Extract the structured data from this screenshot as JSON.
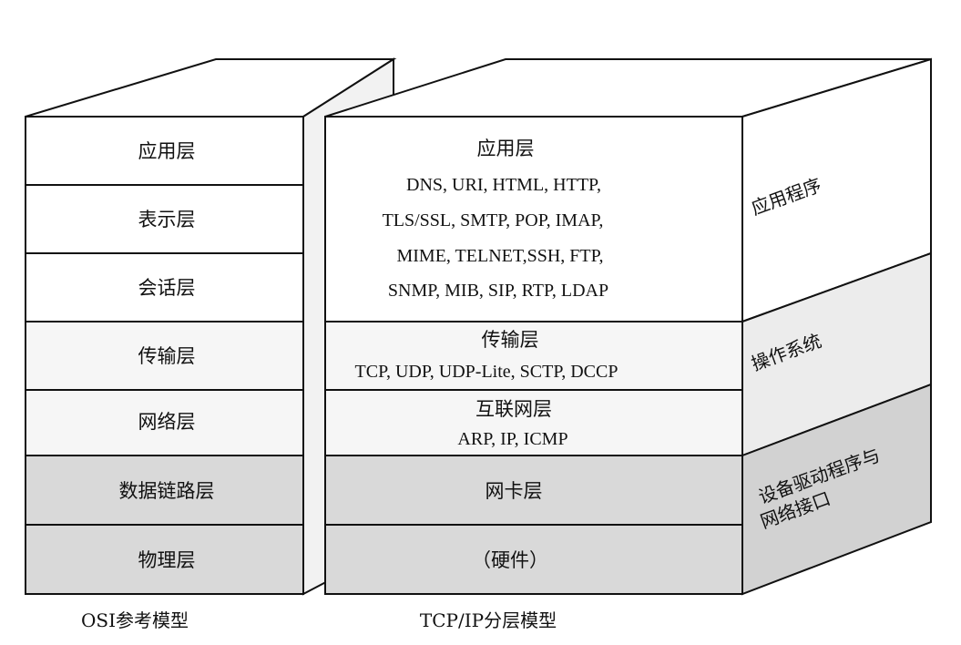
{
  "osi_model": {
    "caption": "OSI参考模型",
    "layers": [
      "应用层",
      "表示层",
      "会话层",
      "传输层",
      "网络层",
      "数据链路层",
      "物理层"
    ]
  },
  "tcpip_model": {
    "caption": "TCP/IP分层模型",
    "application": {
      "title": "应用层",
      "protocols": [
        "DNS, URI, HTML, HTTP,",
        "TLS/SSL, SMTP, POP, IMAP,",
        "MIME, TELNET,SSH, FTP,",
        "SNMP, MIB, SIP, RTP, LDAP"
      ]
    },
    "transport": {
      "title": "传输层",
      "protocols": "TCP, UDP, UDP-Lite, SCTP, DCCP"
    },
    "internet": {
      "title": "互联网层",
      "protocols": "ARP, IP, ICMP"
    },
    "network_card": {
      "title": "网卡层"
    },
    "hardware": {
      "title": "（硬件）"
    }
  },
  "side_labels": {
    "application_program": "应用程序",
    "operating_system": "操作系统",
    "driver_line1": "设备驱动程序与",
    "driver_line2": "网络接口"
  },
  "colors": {
    "stroke": "#111111",
    "white_face": "#ffffff",
    "light_face": "#f6f6f6",
    "gray_face": "#d9d9d9",
    "side_white": "#ffffff",
    "side_light": "#efefef",
    "side_gray": "#d2d2d2"
  }
}
